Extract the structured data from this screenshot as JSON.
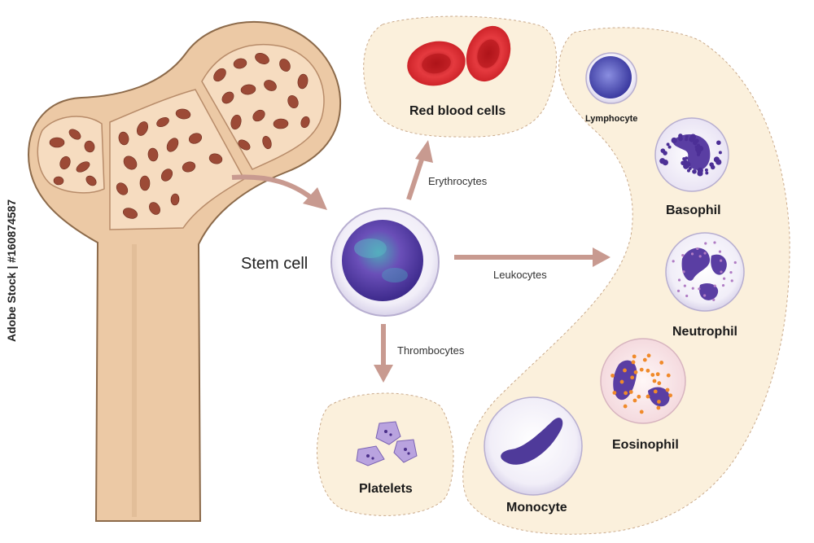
{
  "labels": {
    "stem_cell": "Stem cell",
    "red_blood_cells": "Red blood cells",
    "erythrocytes": "Erythrocytes",
    "leukocytes": "Leukocytes",
    "thrombocytes": "Thrombocytes",
    "platelets": "Platelets",
    "lymphocyte": "Lymphocyte",
    "basophil": "Basophil",
    "neutrophil": "Neutrophil",
    "eosinophil": "Eosinophil",
    "monocyte": "Monocyte"
  },
  "watermark": "Adobe Stock | #160874587",
  "colors": {
    "panel_fill": "#fbf0dc",
    "bone_fill": "#ecc9a5",
    "arrow": "#c89a90",
    "rbc": "#d9262b",
    "cell_purple": "#5a3ea3"
  }
}
